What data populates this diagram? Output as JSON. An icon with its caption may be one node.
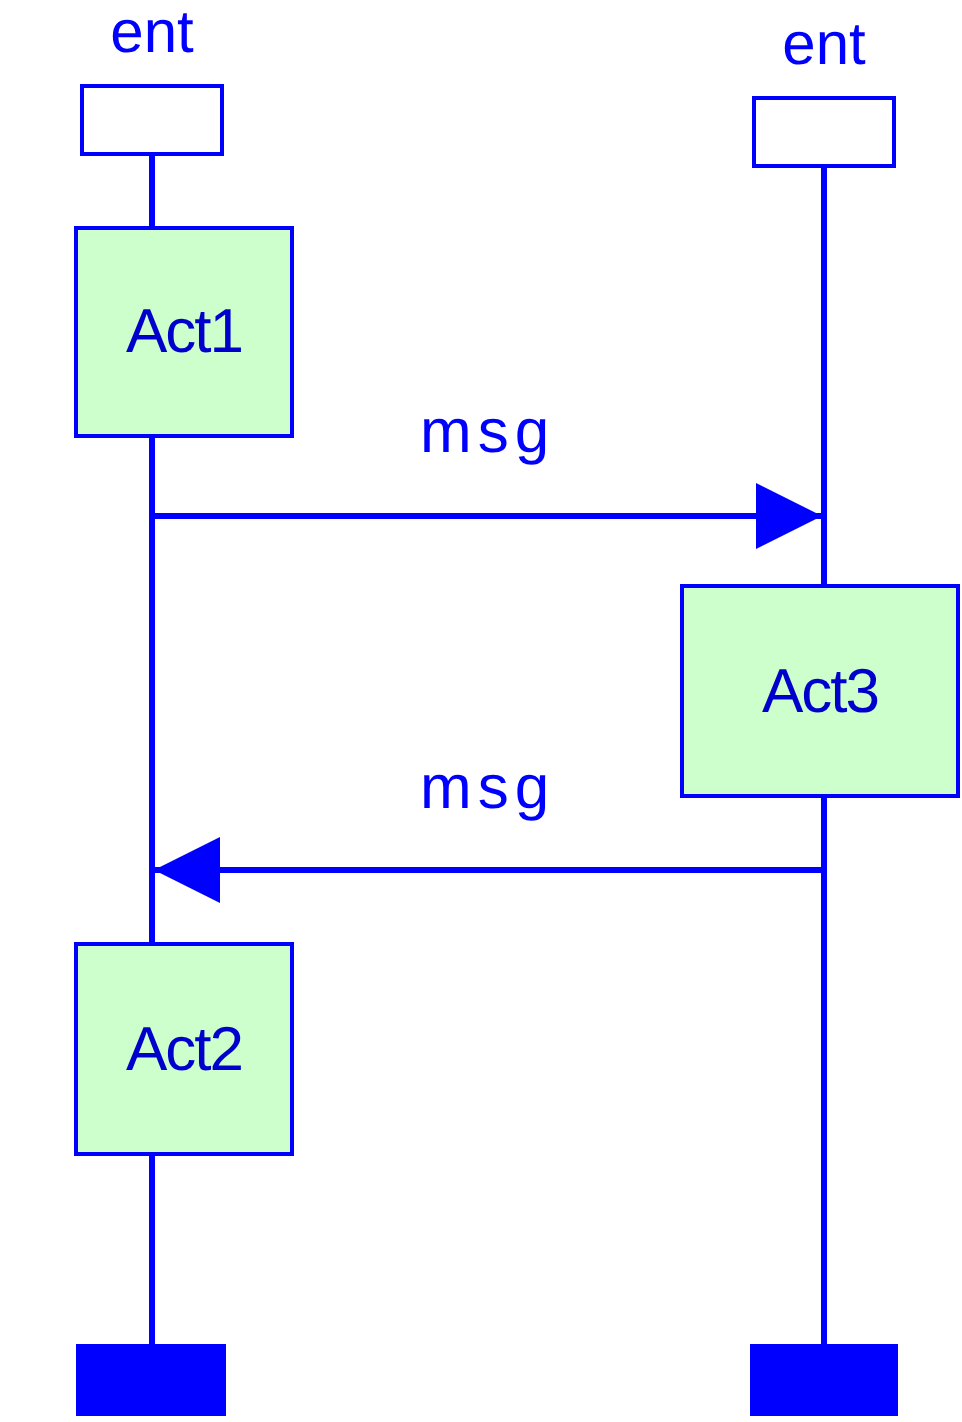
{
  "diagram": {
    "nodes": [
      {
        "text": [
          "ent"
        ]
      },
      {
        "text": [
          "ent"
        ]
      },
      {
        "text": [
          "Act1"
        ]
      },
      {
        "text": [
          "Act3"
        ]
      },
      {
        "text": [
          "Act2"
        ]
      },
      {
        "text": [],
        "shape": "bar"
      },
      {
        "text": [],
        "shape": "bar"
      }
    ],
    "edges": [
      {
        "from": 0,
        "to": 2,
        "arrow": "none"
      },
      {
        "from": 2,
        "to": 4,
        "arrow": "none"
      },
      {
        "from": 4,
        "to": 5,
        "arrow": "none"
      },
      {
        "from": 1,
        "to": 3,
        "arrow": "none"
      },
      {
        "from": 3,
        "to": 6,
        "arrow": "none"
      },
      {
        "from": 2,
        "to": 3,
        "arrow": "to",
        "label": "msg"
      },
      {
        "from": 3,
        "to": 4,
        "arrow": "to",
        "label": "msg"
      }
    ]
  }
}
